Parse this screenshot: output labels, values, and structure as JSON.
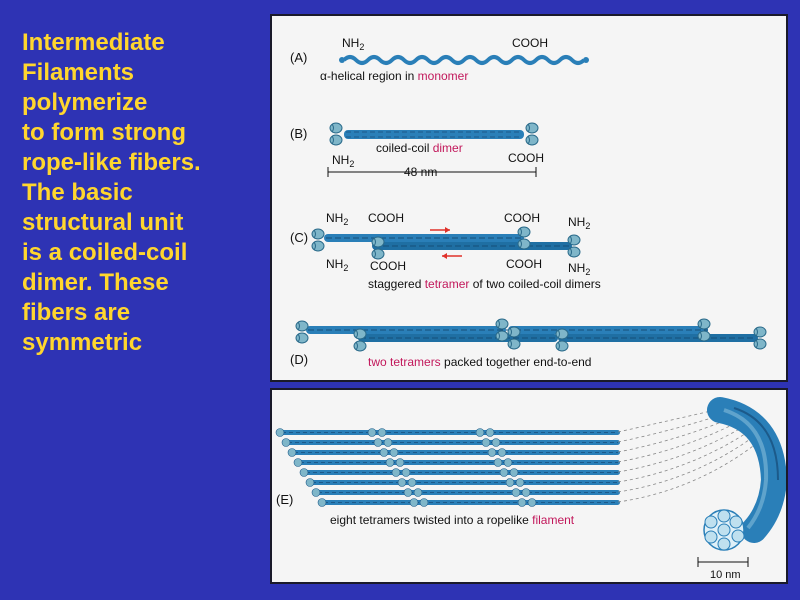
{
  "slide": {
    "lines": [
      "Intermediate",
      "Filaments",
      "polymerize",
      "to form strong",
      "rope-like fibers.",
      "The basic",
      "structural unit",
      "is a coiled-coil",
      "dimer. These",
      "fibers are",
      "symmetric"
    ]
  },
  "figure": {
    "a": {
      "letter": "(A)",
      "nh2": "NH",
      "cooh": "COOH",
      "caption": "α-helical region in ",
      "caption_hl": "monomer"
    },
    "b": {
      "letter": "(B)",
      "nh2": "NH",
      "cooh": "COOH",
      "caption": "coiled-coil ",
      "caption_hl": "dimer",
      "scale": "48 nm"
    },
    "c": {
      "letter": "(C)",
      "nh2_tl": "NH",
      "nh2_bl": "NH",
      "cooh_tl": "COOH",
      "cooh_bl": "COOH",
      "cooh_tr": "COOH",
      "cooh_br": "COOH",
      "nh2_tr": "NH",
      "nh2_br": "NH",
      "caption_a": "staggered ",
      "caption_hl": "tetramer",
      "caption_b": " of two coiled-coil dimers"
    },
    "d": {
      "letter": "(D)",
      "caption_hl": "two tetramers",
      "caption_b": " packed together end-to-end"
    },
    "e": {
      "letter": "(E)",
      "caption_a": "eight tetramers twisted into a ropelike ",
      "caption_hl": "filament",
      "scale": "10 nm"
    },
    "subscript_2": "2",
    "colors": {
      "rod": "#2a7fb8",
      "rod_dark": "#1c5a8a",
      "head": "#7fb6c9",
      "highlight": "#c2185b",
      "arrow": "#e0312a"
    }
  }
}
